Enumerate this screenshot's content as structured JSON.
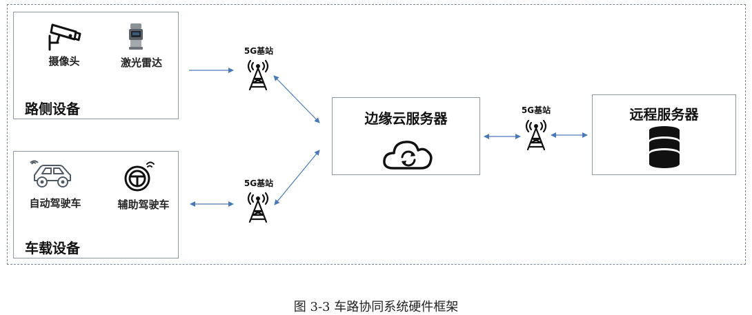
{
  "roadside": {
    "title": "路侧设备",
    "camera_label": "摄像头",
    "lidar_label": "激光雷达"
  },
  "vehicle": {
    "title": "车载设备",
    "autonomous_label": "自动驾驶车",
    "assisted_label": "辅助驾驶车"
  },
  "edge": {
    "title": "边缘云服务器"
  },
  "remote": {
    "title": "远程服务器"
  },
  "towers": {
    "top_label": "5G基站",
    "bottom_label": "5G基站",
    "middle_label": "5G基站"
  },
  "caption": "图 3-3 车路协同系统硬件框架",
  "colors": {
    "arrow": "#4a7ab5",
    "icon": "#111111",
    "border": "#8e98a2"
  }
}
